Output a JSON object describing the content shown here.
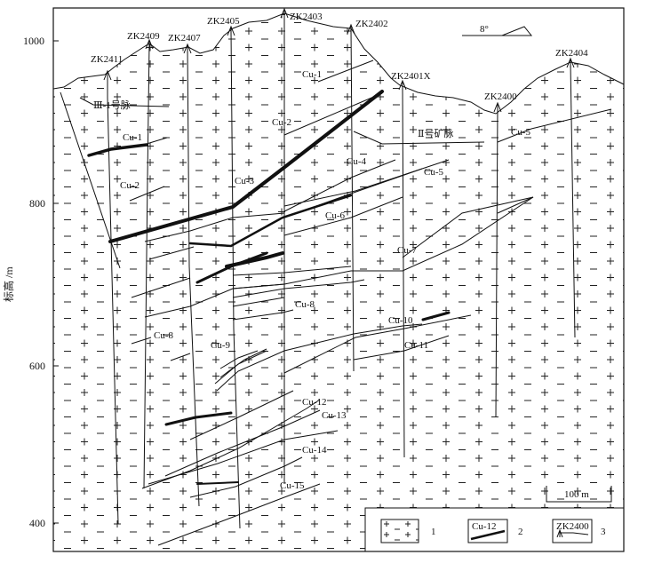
{
  "figure": {
    "y_axis_label": "标高 /m",
    "y_ticks": [
      "1000",
      "800",
      "600",
      "400"
    ],
    "dip_label": "8°",
    "scale_label": "100 m"
  },
  "boreholes": [
    "ZK2411",
    "ZK2409",
    "ZK2407",
    "ZK2405",
    "ZK2403",
    "ZK2402",
    "ZK2401X",
    "ZK2400",
    "ZK2404"
  ],
  "veins": [
    "Ⅲ-1号脉",
    "Ⅱ号矿脉"
  ],
  "ore_bodies": [
    "Cu-1",
    "Cu-1",
    "Cu-2",
    "Cu-2",
    "Cu-3",
    "Cu-4",
    "Cu-5",
    "Cu-5",
    "Cu-6",
    "Cu-7",
    "Cu-8",
    "Cu-8",
    "Cu-9",
    "Cu-10",
    "Cu-11",
    "Cu-12",
    "Cu-13",
    "Cu-14",
    "Cu-15"
  ],
  "legend": {
    "item1": "1",
    "item2_sample": "Cu-12",
    "item2": "2",
    "item3_sample": "ZK2400",
    "item3": "3"
  },
  "colors": {
    "ink": "#111111",
    "paper": "#ffffff"
  }
}
